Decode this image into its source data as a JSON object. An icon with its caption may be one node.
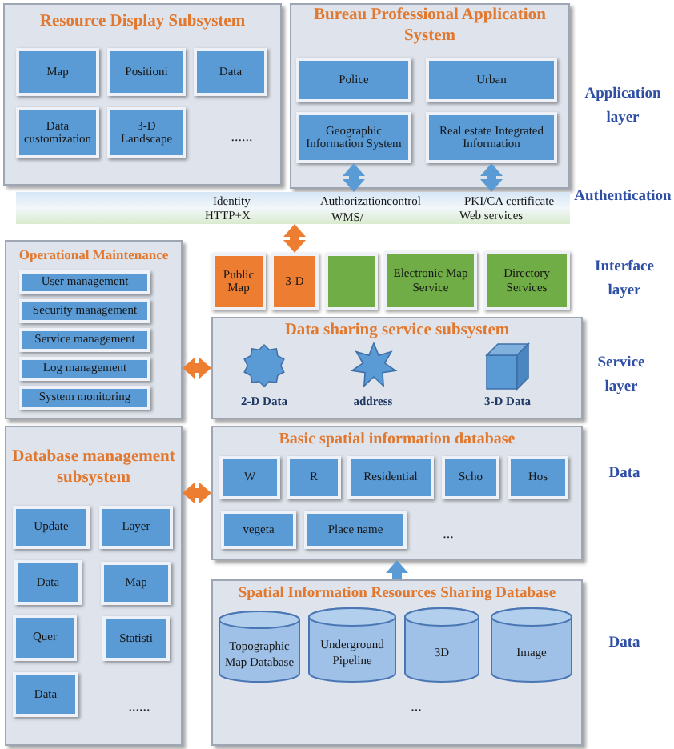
{
  "diagram": {
    "nodes": [
      {
        "text": [
          "Resource Display Subsystem"
        ]
      },
      {
        "text": [
          "Map"
        ],
        "in": 0
      },
      {
        "text": [
          "Positioni"
        ],
        "in": 0
      },
      {
        "text": [
          "Data"
        ],
        "in": 0
      },
      {
        "text": [
          "Data customization"
        ],
        "in": 0
      },
      {
        "text": [
          "3-D Landscape"
        ],
        "in": 0
      },
      {
        "text": [
          "Bureau Professional Application System"
        ]
      },
      {
        "text": [
          "Police"
        ],
        "in": 6
      },
      {
        "text": [
          "Urban"
        ],
        "in": 6
      },
      {
        "text": [
          "Geographic Information System"
        ],
        "in": 6
      },
      {
        "text": [
          "Real estate Integrated Information"
        ],
        "in": 6
      },
      {
        "text": [
          "Identity",
          "Authorizationcontrol",
          "PKI/CA certificate",
          "HTTP+X",
          "WMS/",
          "Web services"
        ]
      },
      {
        "text": [
          "Operational Maintenance"
        ]
      },
      {
        "text": [
          "User management"
        ],
        "in": 12
      },
      {
        "text": [
          "Security management"
        ],
        "in": 12
      },
      {
        "text": [
          "Service management"
        ],
        "in": 12
      },
      {
        "text": [
          "Log management"
        ],
        "in": 12
      },
      {
        "text": [
          "System monitoring"
        ],
        "in": 12
      },
      {
        "text": [
          "Public Map"
        ]
      },
      {
        "text": [
          "3-D"
        ]
      },
      {
        "text": [],
        "shape": "box"
      },
      {
        "text": [
          "Electronic Map Service"
        ]
      },
      {
        "text": [
          "Directory Services"
        ]
      },
      {
        "text": [
          "Data sharing service subsystem"
        ]
      },
      {
        "text": [],
        "shape": "star",
        "beside": [
          "2-D Data"
        ],
        "in": 23
      },
      {
        "text": [],
        "shape": "star",
        "beside": [
          "address"
        ],
        "in": 23
      },
      {
        "text": [],
        "shape": "cube",
        "beside": [
          "3-D Data"
        ],
        "in": 23
      },
      {
        "text": [
          "Database management subsystem"
        ]
      },
      {
        "text": [
          "Update"
        ],
        "in": 27
      },
      {
        "text": [
          "Layer"
        ],
        "in": 27
      },
      {
        "text": [
          "Data"
        ],
        "in": 27
      },
      {
        "text": [
          "Map"
        ],
        "in": 27
      },
      {
        "text": [
          "Quer"
        ],
        "in": 27
      },
      {
        "text": [
          "Statisti"
        ],
        "in": 27
      },
      {
        "text": [
          "Data"
        ],
        "in": 27
      },
      {
        "text": [
          "Basic spatial information database"
        ]
      },
      {
        "text": [
          "W"
        ],
        "in": 35
      },
      {
        "text": [
          "R"
        ],
        "in": 35
      },
      {
        "text": [
          "Residential"
        ],
        "in": 35
      },
      {
        "text": [
          "Scho"
        ],
        "in": 35
      },
      {
        "text": [
          "Hos"
        ],
        "in": 35
      },
      {
        "text": [
          "vegeta"
        ],
        "in": 35
      },
      {
        "text": [
          "Place name"
        ],
        "in": 35
      },
      {
        "text": [
          "Spatial Information Resources Sharing Database"
        ]
      },
      {
        "text": [
          "Topographic Map Database"
        ],
        "in": 43
      },
      {
        "text": [
          "Underground Pipeline"
        ],
        "in": 43
      },
      {
        "text": [
          "3D"
        ],
        "in": 43
      },
      {
        "text": [
          "Image"
        ],
        "in": 43
      }
    ],
    "edges": [
      {
        "from": 9,
        "to": 11,
        "arrow": "both"
      },
      {
        "from": 10,
        "to": 11,
        "arrow": "both"
      },
      {
        "from": 11,
        "to": 19,
        "arrow": "both",
        "color": "#ed7d31"
      },
      {
        "from": 12,
        "to": 23,
        "arrow": "both",
        "color": "#ed7d31"
      },
      {
        "from": 27,
        "to": 35,
        "arrow": "both",
        "color": "#ed7d31"
      },
      {
        "from": 43,
        "to": 35,
        "arrow": "to"
      }
    ],
    "labels": [
      "Application layer",
      "......",
      "Authentication",
      "Interface layer",
      "Service layer",
      "Data",
      "...",
      "Data",
      "......",
      "..."
    ]
  }
}
